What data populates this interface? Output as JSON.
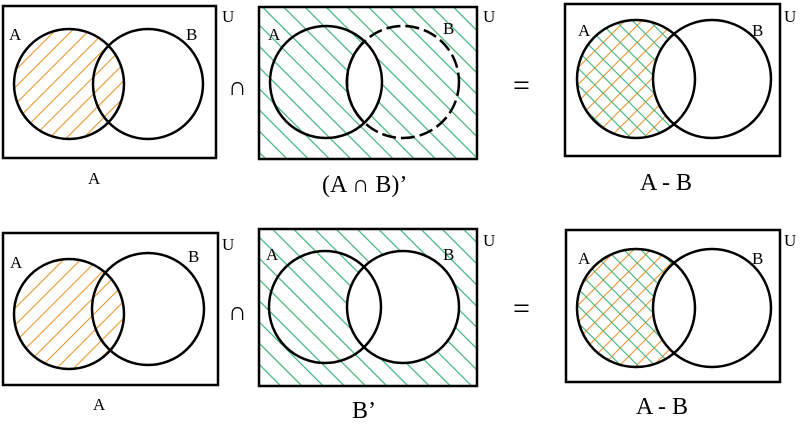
{
  "colors": {
    "orange": "#e8962e",
    "green": "#3db37a",
    "ink": "#000000"
  },
  "rows": [
    {
      "panel_a": {
        "set_a": "A",
        "set_b": "B",
        "universe": "U",
        "caption": "A"
      },
      "op_intersect": "∩",
      "panel_b": {
        "set_a": "A",
        "set_b": "B",
        "universe": "U",
        "caption": "(A ∩ B)’"
      },
      "op_equals": "=",
      "panel_c": {
        "set_a": "A",
        "set_b": "B",
        "universe": "U",
        "caption": "A - B"
      }
    },
    {
      "panel_a": {
        "set_a": "A",
        "set_b": "B",
        "universe": "U",
        "caption": "A"
      },
      "op_intersect": "∩",
      "panel_b": {
        "set_a": "A",
        "set_b": "B",
        "universe": "U",
        "caption": "B’"
      },
      "op_equals": "=",
      "panel_c": {
        "set_a": "A",
        "set_b": "B",
        "universe": "U",
        "caption": "A - B"
      }
    }
  ]
}
